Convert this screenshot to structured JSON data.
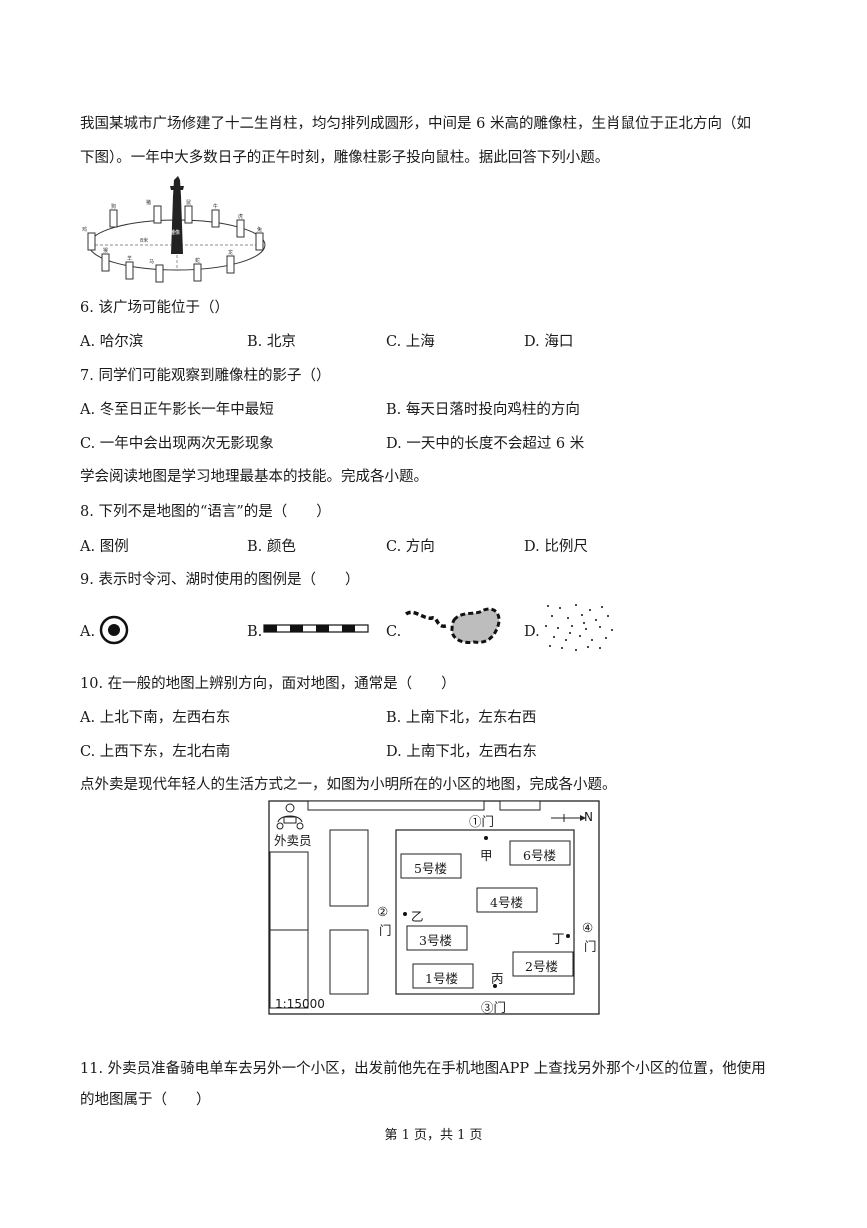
{
  "intro1": {
    "line1": "我国某城市广场修建了十二生肖柱，均匀排列成圆形，中间是 6 米高的雕像柱，生肖鼠位于正北方向（如",
    "line2": "下图）。一年中大多数日子的正午时刻，雕像柱影子投向鼠柱。据此回答下列小题。"
  },
  "figure1": {
    "labels": [
      "鼠",
      "牛",
      "虎",
      "兔",
      "龙",
      "蛇",
      "马",
      "羊",
      "猴",
      "鸡",
      "狗",
      "猪"
    ],
    "center_label": "雕像",
    "radius_label": "8米"
  },
  "q6": {
    "stem": "6. 该广场可能位于（）",
    "options": [
      "A. 哈尔滨",
      "B. 北京",
      "C. 上海",
      "D. 海口"
    ]
  },
  "q7": {
    "stem": "7. 同学们可能观察到雕像柱的影子（）",
    "options": [
      "A. 冬至日正午影长一年中最短",
      "B. 每天日落时投向鸡柱的方向",
      "C. 一年中会出现两次无影现象",
      "D. 一天中的长度不会超过 6 米"
    ]
  },
  "intro2": "学会阅读地图是学习地理最基本的技能。完成各小题。",
  "q8": {
    "stem": "8. 下列不是地图的“语言”的是（　　）",
    "options": [
      "A. 图例",
      "B. 颜色",
      "C. 方向",
      "D. 比例尺"
    ]
  },
  "q9": {
    "stem": "9. 表示时令河、湖时使用的图例是（　　）",
    "options": [
      "A.",
      "B.",
      "C.",
      "D."
    ]
  },
  "q10": {
    "stem": "10. 在一般的地图上辨别方向，面对地图，通常是（　　）",
    "options": [
      "A. 上北下南，左西右东",
      "B. 上南下北，左东右西",
      "C. 上西下东，左北右南",
      "D. 上南下北，左西右东"
    ]
  },
  "intro3": "点外卖是现代年轻人的生活方式之一，如图为小明所在的小区的地图，完成各小题。",
  "map": {
    "courier": "外卖员",
    "north": "N",
    "gate1": "①门",
    "gate2a": "②",
    "gate2b": "门",
    "gate3": "③门",
    "gate4a": "④",
    "gate4b": "门",
    "jia": "甲",
    "yi": "乙",
    "bing": "丙",
    "ding": "丁",
    "b1": "1号楼",
    "b2": "2号楼",
    "b3": "3号楼",
    "b4": "4号楼",
    "b5": "5号楼",
    "b6": "6号楼",
    "scale": "1:15000"
  },
  "q11": {
    "line1": "11. 外卖员准备骑电单车去另外一个小区，出发前他先在手机地图APP 上查找另外那个小区的位置，他使用",
    "line2": "的地图属于（　　）"
  },
  "footer": "第 1 页，共 1 页"
}
